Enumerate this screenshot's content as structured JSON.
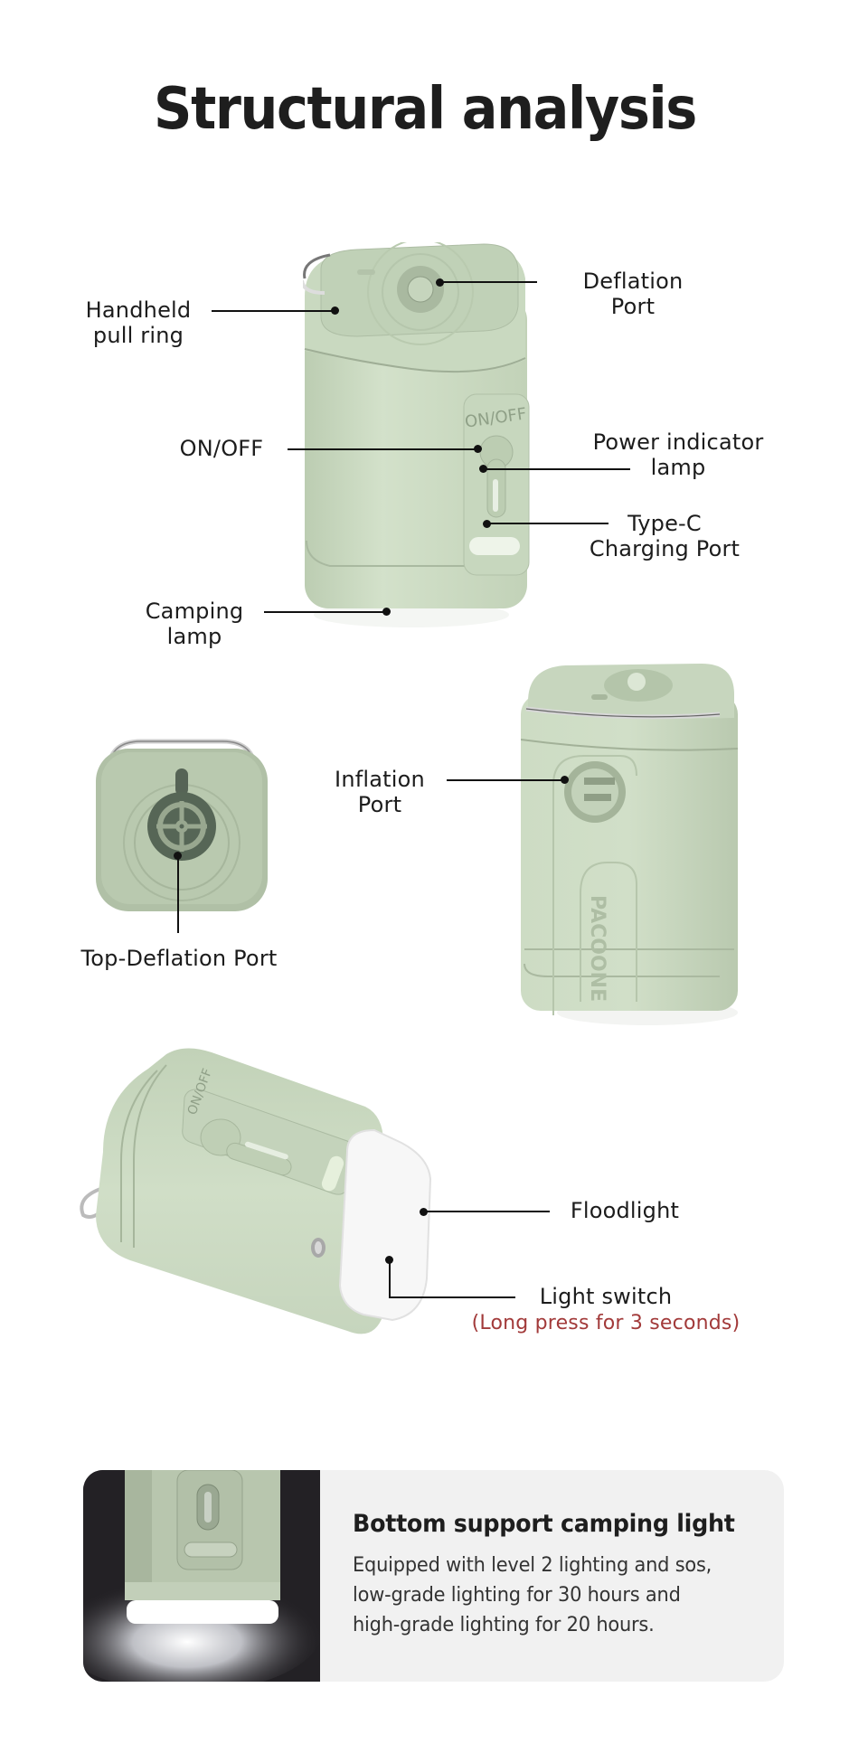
{
  "page": {
    "title": "Structural analysis"
  },
  "callouts": {
    "handheld_pull_ring": [
      "Handheld",
      "pull ring"
    ],
    "deflation_port": [
      "Deflation",
      "Port"
    ],
    "on_off": "ON/OFF",
    "power_indicator_lamp": [
      "Power indicator",
      "lamp"
    ],
    "type_c_charging_port": [
      "Type-C",
      "Charging Port"
    ],
    "camping_lamp": [
      "Camping",
      "lamp"
    ],
    "inflation_port": [
      "Inflation",
      "Port"
    ],
    "top_deflation_port": "Top-Deflation Port",
    "floodlight": "Floodlight",
    "light_switch": "Light switch",
    "light_switch_note": "(Long press for 3 seconds)"
  },
  "product_markings": {
    "switch_label": "ON/OFF",
    "brand": "PACOONE"
  },
  "feature_card": {
    "title": "Bottom support camping light",
    "body_lines": [
      "Equipped with level 2 lighting and sos,",
      "low-grade lighting for 30 hours and",
      "high-grade lighting for 20 hours."
    ]
  },
  "colors": {
    "product_green": "#c8d8bf",
    "note_red": "#a23a3a",
    "card_bg": "#f1f1f1",
    "text": "#1c1c1c"
  }
}
